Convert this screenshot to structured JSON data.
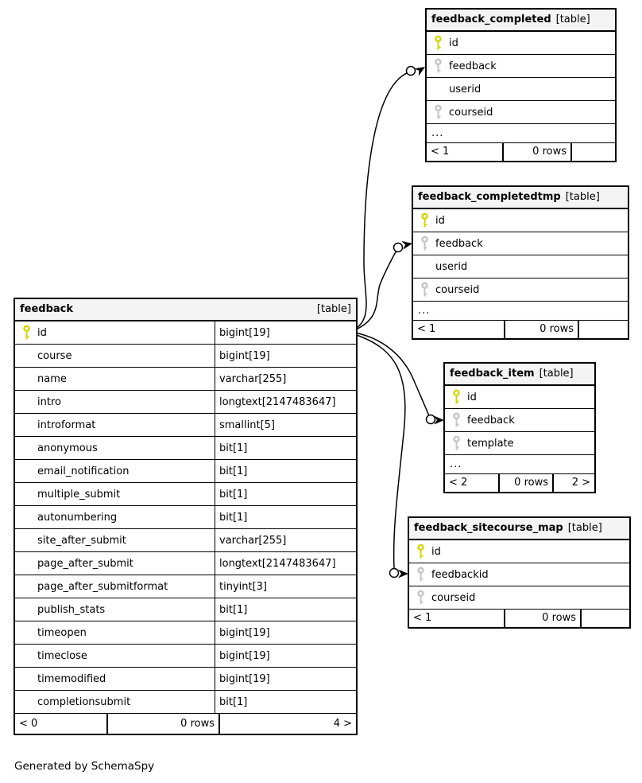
{
  "diagram": {
    "generated_by": "Generated by SchemaSpy",
    "colors": {
      "primary_key": "#d4d400",
      "foreign_key": "#c4c4c4",
      "header_bg": "#f4f4f4",
      "border": "#000000"
    }
  },
  "tables": [
    {
      "id": "completed",
      "name": "feedback_completed",
      "tag": "[table]",
      "show_types": false,
      "ellipsis": "...",
      "columns": [
        {
          "name": "id",
          "key": "pk"
        },
        {
          "name": "feedback",
          "key": "fk"
        },
        {
          "name": "userid",
          "key": null
        },
        {
          "name": "courseid",
          "key": "fk"
        }
      ],
      "footer": {
        "left": "< 1",
        "center": "0 rows",
        "right": ""
      }
    },
    {
      "id": "completedtmp",
      "name": "feedback_completedtmp",
      "tag": "[table]",
      "show_types": false,
      "ellipsis": "...",
      "columns": [
        {
          "name": "id",
          "key": "pk"
        },
        {
          "name": "feedback",
          "key": "fk"
        },
        {
          "name": "userid",
          "key": null
        },
        {
          "name": "courseid",
          "key": "fk"
        }
      ],
      "footer": {
        "left": "< 1",
        "center": "0 rows",
        "right": ""
      }
    },
    {
      "id": "feedback",
      "name": "feedback",
      "tag": "[table]",
      "show_types": true,
      "ellipsis": null,
      "columns": [
        {
          "name": "id",
          "type": "bigint[19]",
          "key": "pk"
        },
        {
          "name": "course",
          "type": "bigint[19]",
          "key": null
        },
        {
          "name": "name",
          "type": "varchar[255]",
          "key": null
        },
        {
          "name": "intro",
          "type": "longtext[2147483647]",
          "key": null
        },
        {
          "name": "introformat",
          "type": "smallint[5]",
          "key": null
        },
        {
          "name": "anonymous",
          "type": "bit[1]",
          "key": null
        },
        {
          "name": "email_notification",
          "type": "bit[1]",
          "key": null
        },
        {
          "name": "multiple_submit",
          "type": "bit[1]",
          "key": null
        },
        {
          "name": "autonumbering",
          "type": "bit[1]",
          "key": null
        },
        {
          "name": "site_after_submit",
          "type": "varchar[255]",
          "key": null
        },
        {
          "name": "page_after_submit",
          "type": "longtext[2147483647]",
          "key": null
        },
        {
          "name": "page_after_submitformat",
          "type": "tinyint[3]",
          "key": null
        },
        {
          "name": "publish_stats",
          "type": "bit[1]",
          "key": null
        },
        {
          "name": "timeopen",
          "type": "bigint[19]",
          "key": null
        },
        {
          "name": "timeclose",
          "type": "bigint[19]",
          "key": null
        },
        {
          "name": "timemodified",
          "type": "bigint[19]",
          "key": null
        },
        {
          "name": "completionsubmit",
          "type": "bit[1]",
          "key": null
        }
      ],
      "footer": {
        "left": "< 0",
        "center": "0 rows",
        "right": "4 >"
      }
    },
    {
      "id": "item",
      "name": "feedback_item",
      "tag": "[table]",
      "show_types": false,
      "ellipsis": "...",
      "columns": [
        {
          "name": "id",
          "key": "pk"
        },
        {
          "name": "feedback",
          "key": "fk"
        },
        {
          "name": "template",
          "key": "fk"
        }
      ],
      "footer": {
        "left": "< 2",
        "center": "0 rows",
        "right": "2 >"
      }
    },
    {
      "id": "sitecourse",
      "name": "feedback_sitecourse_map",
      "tag": "[table]",
      "show_types": false,
      "ellipsis": null,
      "columns": [
        {
          "name": "id",
          "key": "pk"
        },
        {
          "name": "feedbackid",
          "key": "fk"
        },
        {
          "name": "courseid",
          "key": "fk"
        }
      ],
      "footer": {
        "left": "< 1",
        "center": "0 rows",
        "right": ""
      }
    }
  ],
  "relationships": [
    {
      "from_table": "feedback",
      "from_column": "id",
      "to_table": "feedback_completed",
      "to_column": "feedback"
    },
    {
      "from_table": "feedback",
      "from_column": "id",
      "to_table": "feedback_completedtmp",
      "to_column": "feedback"
    },
    {
      "from_table": "feedback",
      "from_column": "id",
      "to_table": "feedback_item",
      "to_column": "feedback"
    },
    {
      "from_table": "feedback",
      "from_column": "id",
      "to_table": "feedback_sitecourse_map",
      "to_column": "feedbackid"
    }
  ]
}
